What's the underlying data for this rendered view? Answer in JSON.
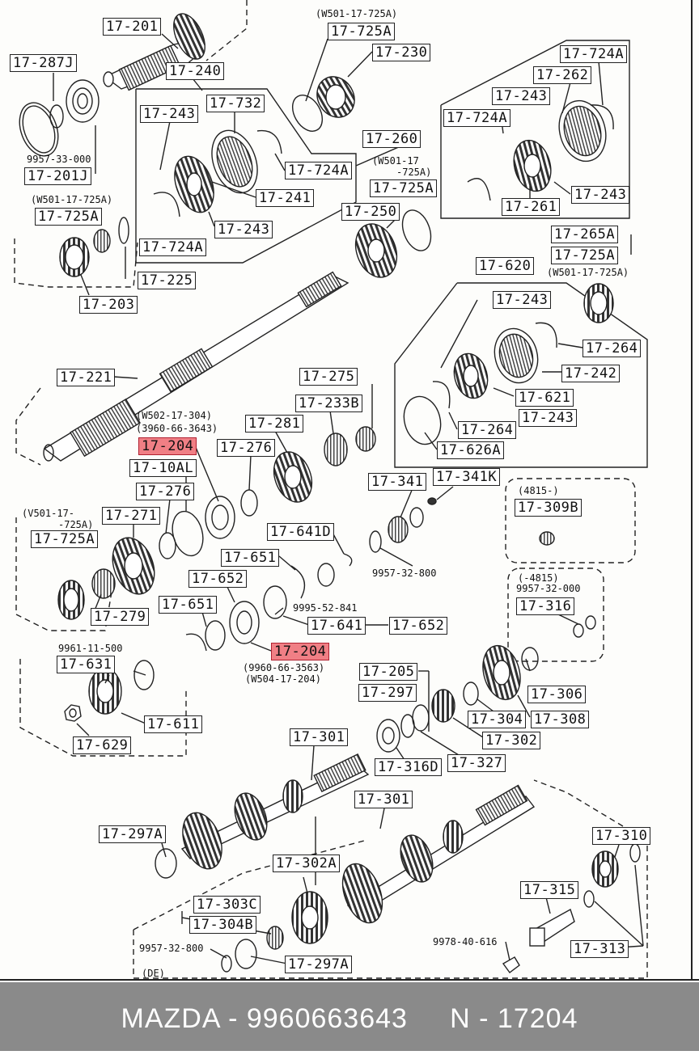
{
  "labels": {
    "l_17_201": "17-201",
    "l_17_287J": "17-287J",
    "l_9957_33_000": "9957-33-000",
    "l_17_201J": "17-201J",
    "l_17_240": "17-240",
    "l_17_243a": "17-243",
    "l_17_732": "17-732",
    "l_17_724Aa": "17-724A",
    "l_17_241": "17-241",
    "l_17_243b": "17-243",
    "l_17_724Ab": "17-724A",
    "n_w501_a": "(W501-17-725A)",
    "l_17_725A_top": "17-725A",
    "l_17_230": "17-230",
    "l_17_260": "17-260",
    "l_17_724A_r1": "17-724A",
    "l_17_262": "17-262",
    "l_17_243_r1": "17-243",
    "l_17_724A_r2": "17-724A",
    "l_17_243_r2": "17-243",
    "l_17_261": "17-261",
    "n_w501_b1": "(W501-17",
    "n_w501_b2": "-725A)",
    "l_17_725A_mid": "17-725A",
    "l_17_250": "17-250",
    "n_w501_c": "(W501-17-725A)",
    "l_17_725A_left": "17-725A",
    "l_17_225": "17-225",
    "l_17_203": "17-203",
    "l_17_265A": "17-265A",
    "l_17_725A_r": "17-725A",
    "n_w501_d": "(W501-17-725A)",
    "l_17_620": "17-620",
    "l_17_243_r3": "17-243",
    "l_17_264a": "17-264",
    "l_17_242": "17-242",
    "l_17_621": "17-621",
    "l_17_243_r4": "17-243",
    "l_17_264b": "17-264",
    "l_17_626A": "17-626A",
    "l_17_221": "17-221",
    "l_17_275": "17-275",
    "l_17_233B": "17-233B",
    "n_w502": "(W502-17-304)",
    "n_3960_a": "(3960-66-3643)",
    "l_17_281": "17-281",
    "l_17_204_a": "17-204",
    "l_17_276a": "17-276",
    "l_17_10AL": "17-10AL",
    "l_17_276b": "17-276",
    "n_v501_a": "(V501-17-",
    "n_v501_b": "-725A)",
    "l_17_271": "17-271",
    "l_17_725A_l2": "17-725A",
    "l_17_279": "17-279",
    "l_17_341": "17-341",
    "l_17_341K": "17-341K",
    "n_4815_a": "(4815-)",
    "l_17_309B": "17-309B",
    "l_17_641D": "17-641D",
    "l_17_651a": "17-651",
    "n_9957_32_800a": "9957-32-800",
    "l_17_652a": "17-652",
    "n_9995_52_841": "9995-52-841",
    "l_17_651b": "17-651",
    "l_17_641": "17-641",
    "l_17_652b": "17-652",
    "n_4815_b": "(-4815)",
    "n_9957_32_000": "9957-32-000",
    "l_17_316": "17-316",
    "l_17_204_b": "17-204",
    "n_9960_b": "(9960-66-3563)",
    "n_w504": "(W504-17-204)",
    "n_9961": "9961-11-500",
    "l_17_631": "17-631",
    "l_17_611": "17-611",
    "l_17_629": "17-629",
    "l_17_205": "17-205",
    "l_17_297": "17-297",
    "l_17_306": "17-306",
    "l_17_304": "17-304",
    "l_17_308": "17-308",
    "l_17_302": "17-302",
    "l_17_301a": "17-301",
    "l_17_316D": "17-316D",
    "l_17_327": "17-327",
    "l_17_301b": "17-301",
    "l_17_297A_a": "17-297A",
    "l_17_302A": "17-302A",
    "l_17_310": "17-310",
    "l_17_303C": "17-303C",
    "l_17_304B": "17-304B",
    "n_9957_32_800b": "9957-32-800",
    "l_17_297A_b": "17-297A",
    "n_de": "(DE)",
    "l_17_315": "17-315",
    "n_9978": "9978-40-616",
    "l_17_313": "17-313"
  },
  "footer": {
    "text": "MAZDA - 9960663643     N - 17204"
  },
  "colors": {
    "highlight": "#f07f85",
    "footer_bg": "#8a8a8a",
    "ink": "#222222"
  }
}
